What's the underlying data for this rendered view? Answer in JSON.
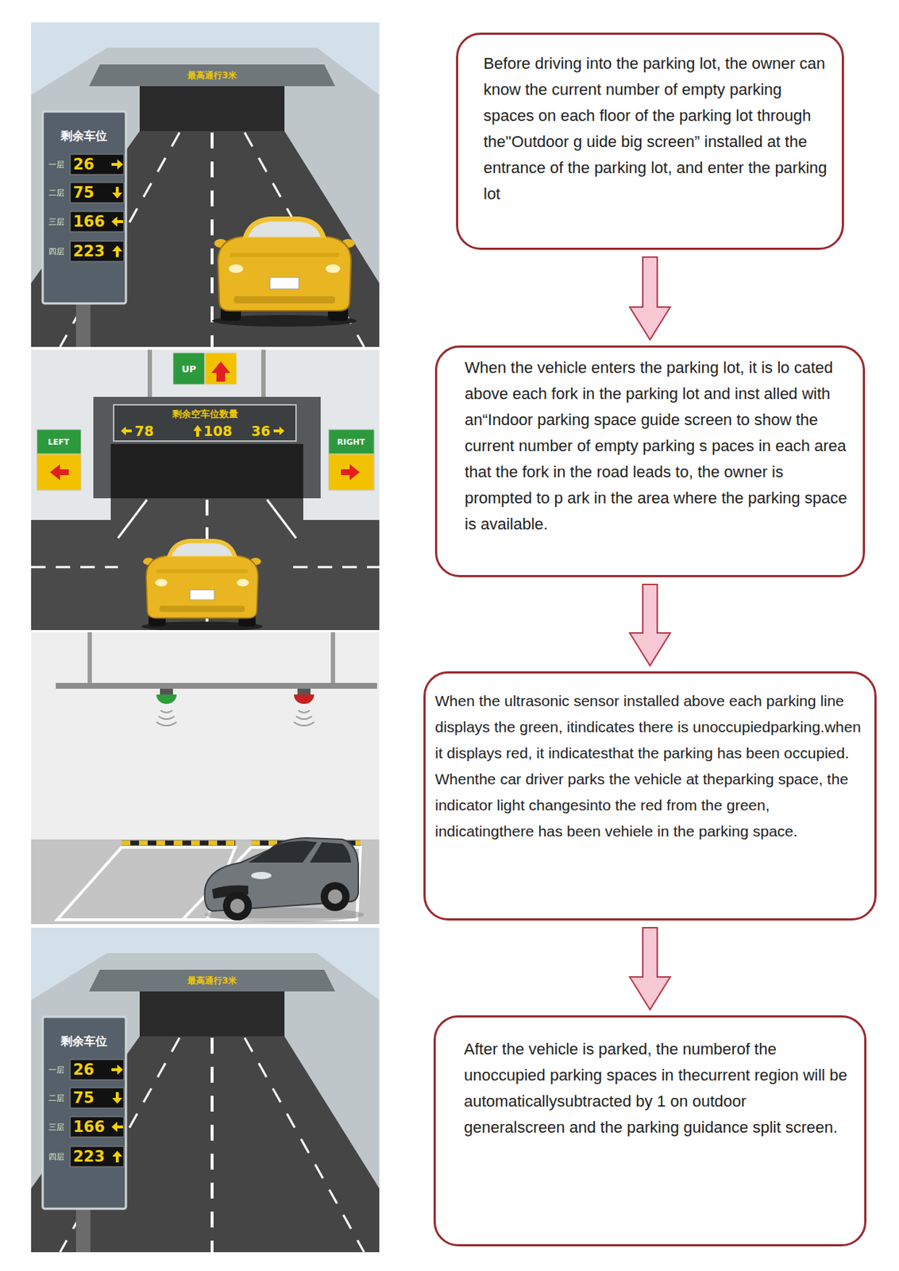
{
  "diagram": {
    "nodes": [
      {
        "text": [
          "Before driving into the parking lot, the owner can know the current number of empty parking spaces on each floor of the parking lot through the\"Outdoor g uide big screen” installed at the entrance of the parking lot, and enter the parking lot"
        ]
      },
      {
        "text": [
          "When the vehicle enters the parking lot, it is lo cated above each fork in the parking lot and inst alled with an“Indoor parking space guide screen to show the current number of empty parking s paces in each area that the fork in the road leads to, the owner is prompted to p ark in the area where the parking space is available."
        ]
      },
      {
        "text": [
          "When the ultrasonic sensor installed above each parking line displays the green, itindicates there is unoccupiedparking.when it displays red, it indicatesthat the parking has been occupied. Whenthe car driver parks the vehicle at theparking space, the indicator light changesinto the red from the green, indicatingthere has been vehiele in the parking space."
        ]
      },
      {
        "text": [
          "After the vehicle is parked, the numberof the unoccupied parking spaces in thecurrent region will be automaticallysubtracted by 1 on outdoor generalscreen and the parking guidance split screen."
        ]
      }
    ],
    "edges": [
      {
        "from": 0,
        "to": 1,
        "arrow": "to"
      },
      {
        "from": 1,
        "to": 2,
        "arrow": "to"
      },
      {
        "from": 2,
        "to": 3,
        "arrow": "to"
      }
    ],
    "labels": [
      "最高通行3米",
      "剩余车位",
      "一层",
      "26",
      "二层",
      "75",
      "三层",
      "166",
      "四层",
      "223",
      "UP",
      "剩余空车位数量",
      "78",
      "108",
      "36",
      "LEFT",
      "RIGHT",
      "最高通行3米",
      "剩余车位",
      "一层",
      "26",
      "二层",
      "75",
      "三层",
      "166",
      "四层",
      "223"
    ]
  }
}
